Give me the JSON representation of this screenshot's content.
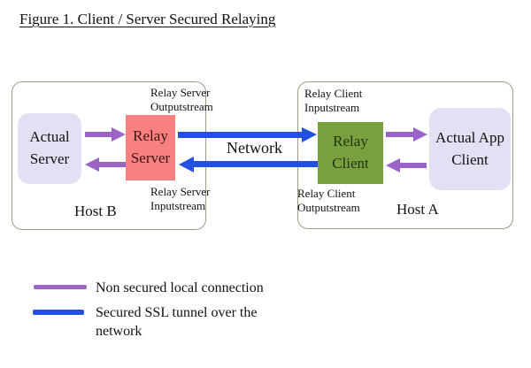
{
  "title": "Figure 1. Client / Server Secured Relaying",
  "hosts": {
    "host_b": {
      "label": "Host B"
    },
    "host_a": {
      "label": "Host A"
    }
  },
  "nodes": {
    "actual_server": {
      "label": "Actual Server",
      "color": "#e3e0f4"
    },
    "relay_server": {
      "label": "Relay Server",
      "color": "#f98080"
    },
    "relay_client": {
      "label": "Relay Client",
      "color": "#79a03e"
    },
    "actual_app_client": {
      "label": "Actual App Client",
      "color": "#e3e0f4"
    }
  },
  "stream_labels": {
    "relay_server_outputstream": "Relay Server Outputstream",
    "relay_server_inputstream": "Relay Server Inputstream",
    "relay_client_inputstream": "Relay Client Inputstream",
    "relay_client_outputstream": "Relay Client Outputstream"
  },
  "network_label": "Network",
  "connection_colors": {
    "local_purple": "#9a63c5",
    "ssl_blue": "#2251e0"
  },
  "host_border_color": "#a59a88",
  "legend": {
    "items": [
      {
        "icon": "purple-line",
        "color": "#9a63c5",
        "label": "Non secured local connection"
      },
      {
        "icon": "blue-line",
        "color": "#2251e0",
        "label": "Secured SSL tunnel over the network"
      }
    ]
  }
}
